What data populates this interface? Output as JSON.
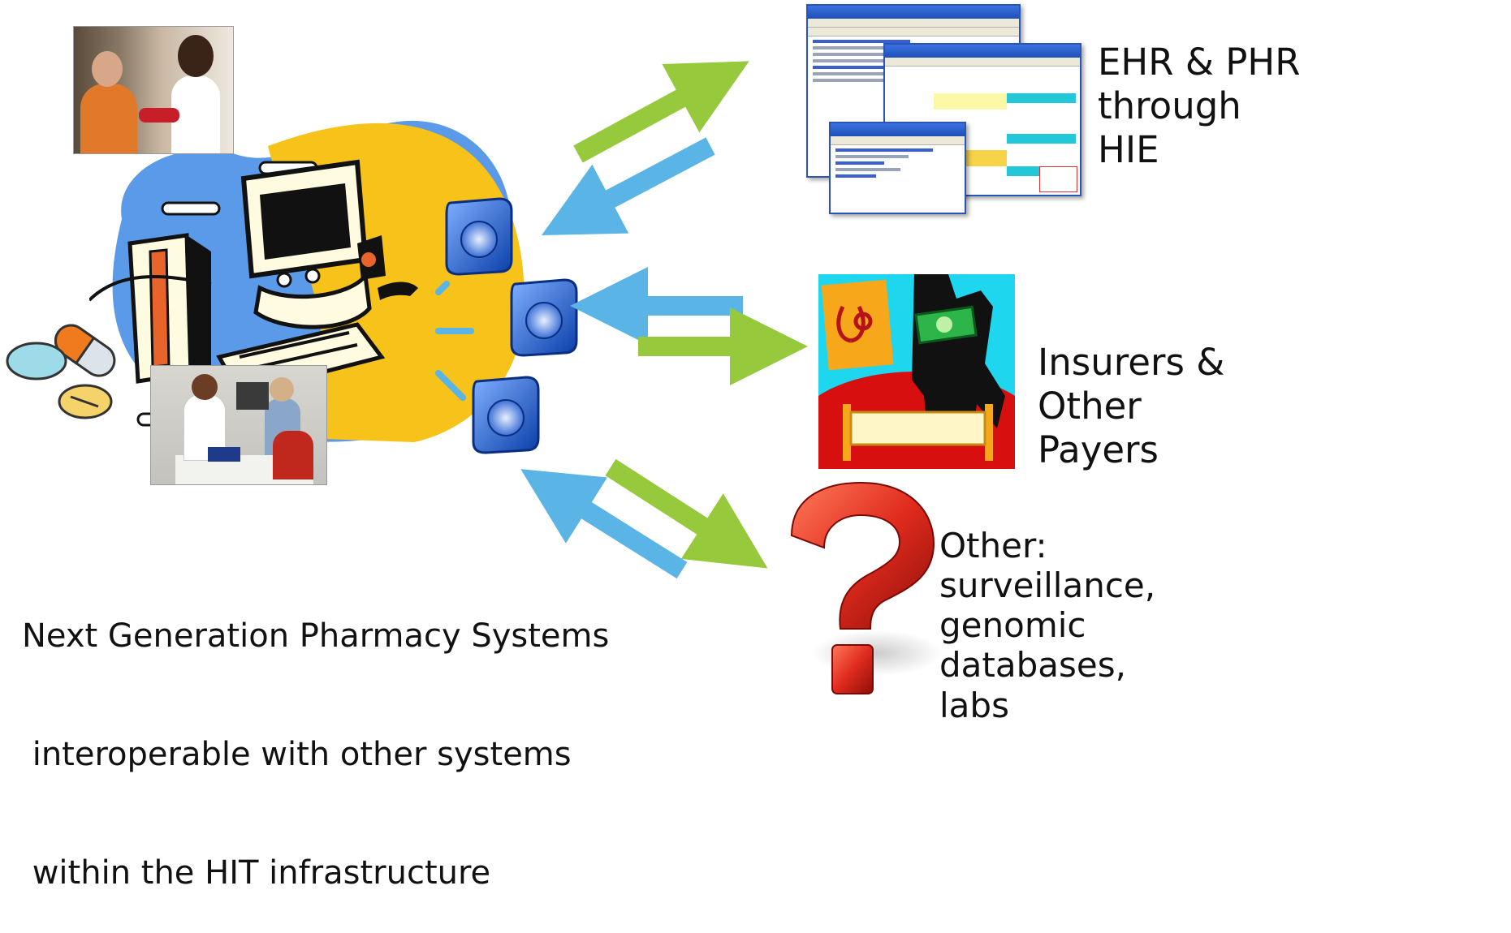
{
  "labels": {
    "ehr": [
      "EHR & PHR",
      "through",
      "HIE"
    ],
    "insurers": [
      "Insurers &",
      "Other",
      "Payers"
    ],
    "other": [
      "Other:",
      "surveillance,",
      "genomic",
      "databases,",
      "labs"
    ],
    "caption": [
      "Next Generation Pharmacy Systems",
      " interoperable with other systems",
      " within the HIT infrastructure"
    ]
  },
  "colors": {
    "arrow_green": "#97c93d",
    "arrow_blue": "#5ab4e5",
    "question_red": "#e02b1e",
    "computer_blue": "#5b9ae8",
    "computer_yellow": "#f7c21a"
  },
  "icons": [
    "computer-clipart",
    "pills-clipart",
    "network-node-icon",
    "ehr-screenshot",
    "insurer-clipart",
    "question-mark-icon"
  ]
}
